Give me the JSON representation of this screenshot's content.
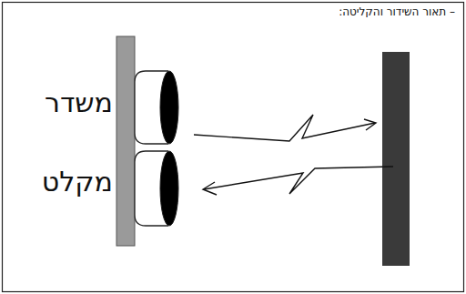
{
  "diagram": {
    "title": "– תאור השידור והקליטה:",
    "labels": [
      "משדר",
      "מקלט"
    ]
  }
}
